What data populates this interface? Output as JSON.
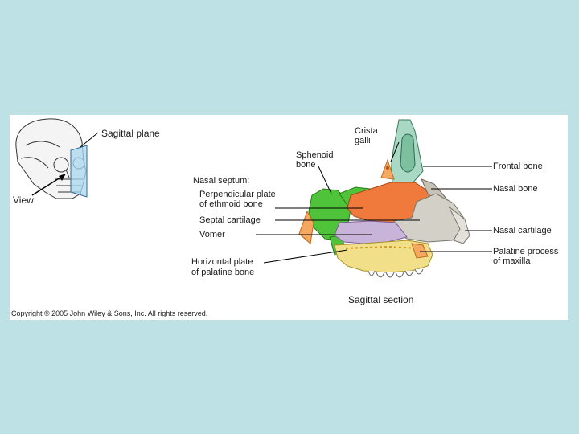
{
  "figure": {
    "skull_labels": {
      "sagittal_plane": "Sagittal plane",
      "view": "View"
    },
    "labels": {
      "crista_galli_1": "Crista",
      "crista_galli_2": "galli",
      "sphenoid_1": "Sphenoid",
      "sphenoid_2": "bone",
      "nasal_septum": "Nasal septum:",
      "perpendicular_1": "Perpendicular plate",
      "perpendicular_2": "of ethmoid bone",
      "septal_cartilage": "Septal cartilage",
      "vomer": "Vomer",
      "horizontal_1": "Horizontal plate",
      "horizontal_2": "of palatine bone",
      "frontal_bone": "Frontal bone",
      "nasal_bone": "Nasal bone",
      "nasal_cartilage": "Nasal cartilage",
      "palatine_1": "Palatine process",
      "palatine_2": "of maxilla"
    },
    "caption": "Sagittal section",
    "copyright": "Copyright © 2005 John Wiley & Sons, Inc.  All rights reserved."
  },
  "colors": {
    "background": "#bde1e4",
    "ethmoid": "#f07a3c",
    "septal_cartilage": "#d3d0c8",
    "vomer": "#c8b4d8",
    "sphenoid": "#4fc43a",
    "frontal": "#a9d8c4",
    "palatine": "#f2df8a"
  }
}
